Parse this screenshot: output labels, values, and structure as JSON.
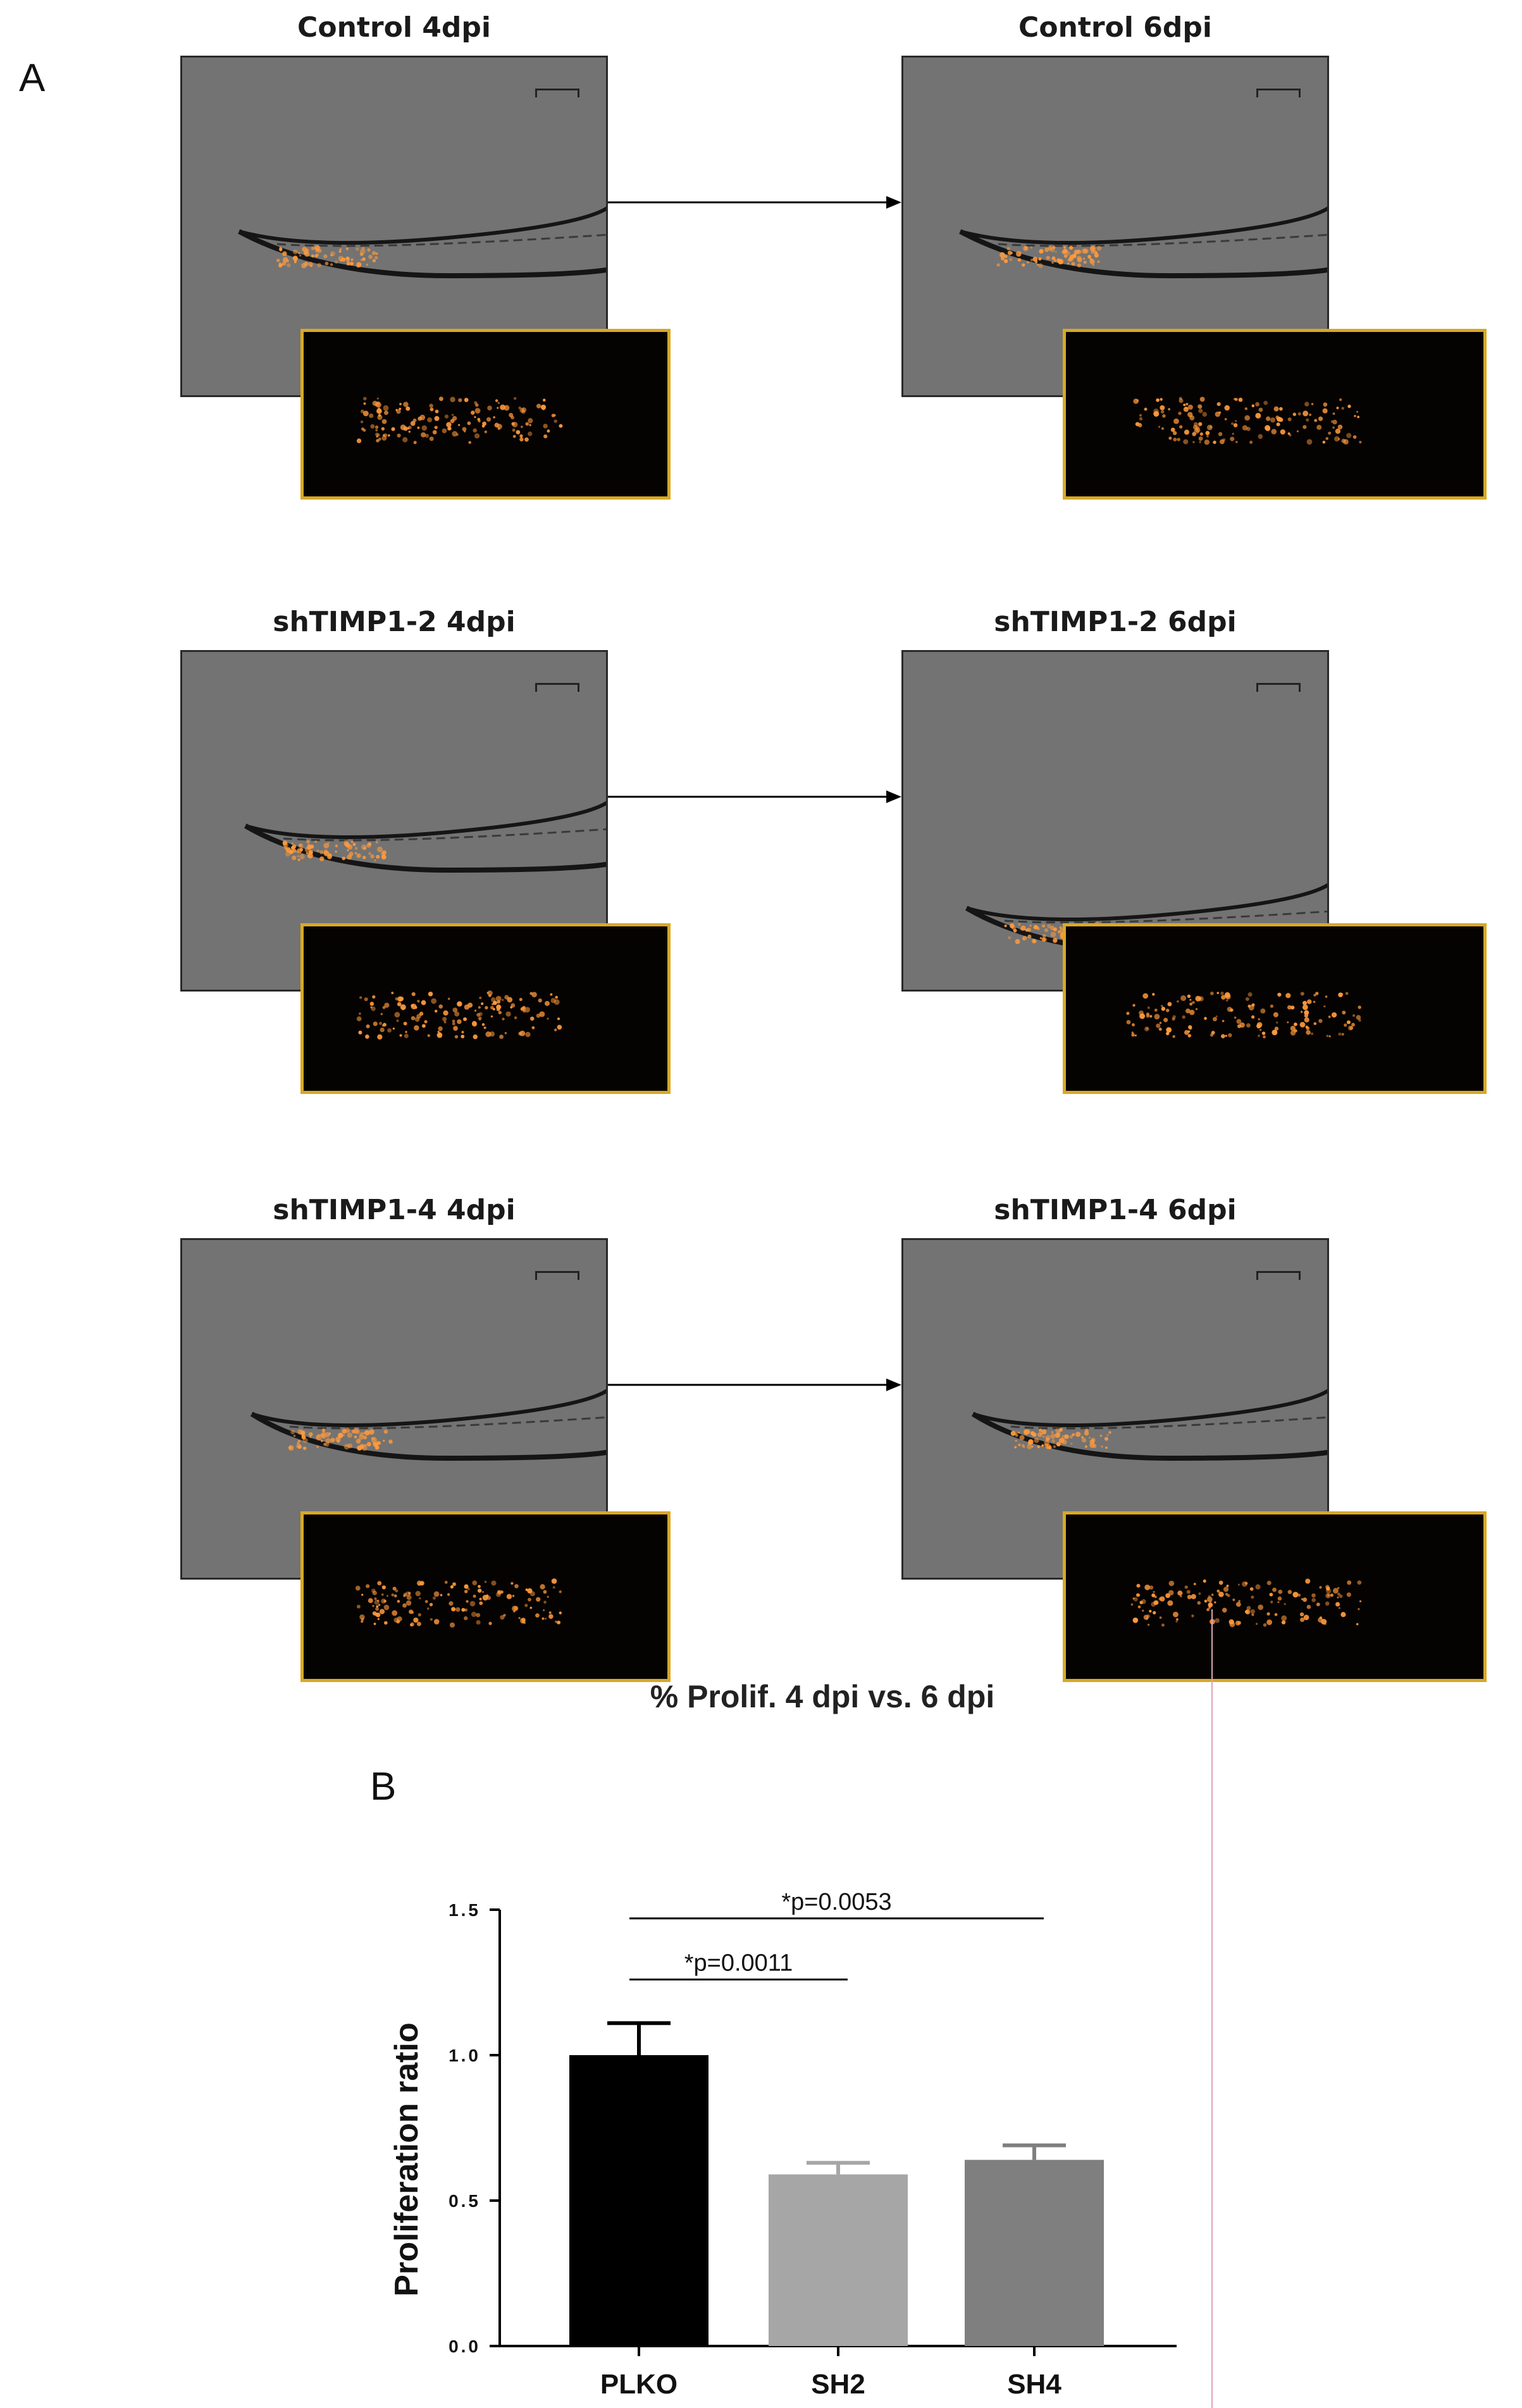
{
  "panel_a": {
    "label": "A",
    "rows": [
      {
        "left_title": "Control 4dpi",
        "right_title": "Control 6dpi"
      },
      {
        "left_title": "shTIMP1-2 4dpi",
        "right_title": "shTIMP1-2 6dpi"
      },
      {
        "left_title": "shTIMP1-4 4dpi",
        "right_title": "shTIMP1-4 6dpi"
      }
    ]
  },
  "panel_b": {
    "label": "B"
  },
  "colors": {
    "plko": "#000000",
    "sh2": "#a6a6a6",
    "sh4": "#7f7f7f",
    "fluorescence": "#ff9a3c",
    "inset_border": "#d9a824"
  },
  "chart_data": {
    "type": "bar",
    "title": "% Prolif. 4 dpi vs. 6 dpi",
    "xlabel": "",
    "ylabel": "Proliferation ratio",
    "categories": [
      "PLKO",
      "SH2",
      "SH4"
    ],
    "values": [
      1.0,
      0.59,
      0.64
    ],
    "errors": [
      0.11,
      0.04,
      0.05
    ],
    "ylim": [
      0,
      1.5
    ],
    "yticks": [
      0.0,
      0.5,
      1.0,
      1.5
    ],
    "ytick_labels": [
      "0.0",
      "0.5",
      "1.0",
      "1.5"
    ],
    "grid": false,
    "annotations": [
      {
        "text": "*p=0.0011",
        "from": "PLKO",
        "to": "SH2",
        "y": 1.26
      },
      {
        "text": "*p=0.0053",
        "from": "PLKO",
        "to": "SH4",
        "y": 1.47
      }
    ]
  }
}
